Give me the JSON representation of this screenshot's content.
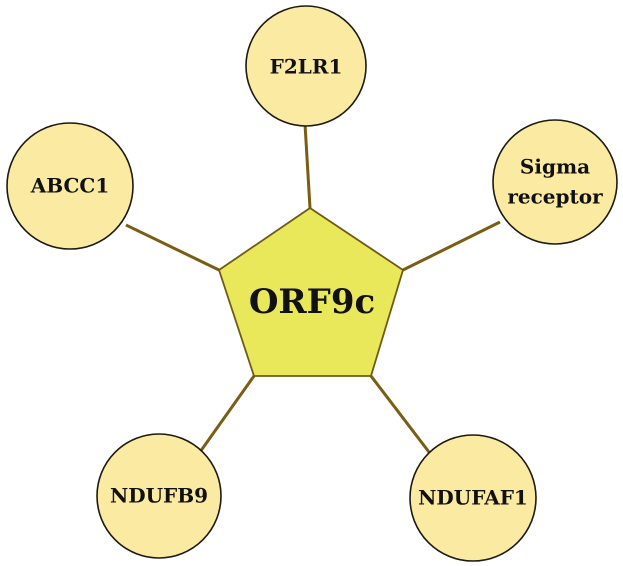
{
  "hub": {
    "label": "ORF9c"
  },
  "nodes": [
    {
      "id": "f2lr1",
      "label": "F2LR1"
    },
    {
      "id": "sigma",
      "label_lines": [
        "Sigma",
        "receptor"
      ]
    },
    {
      "id": "ndufaf1",
      "label": "NDUFAF1"
    },
    {
      "id": "ndufb9",
      "label": "NDUFB9"
    },
    {
      "id": "abcc1",
      "label": "ABCC1"
    }
  ],
  "colors": {
    "hub_fill": "#e8e85a",
    "node_fill": "#fbeaa2",
    "edge": "#7a5d13"
  }
}
